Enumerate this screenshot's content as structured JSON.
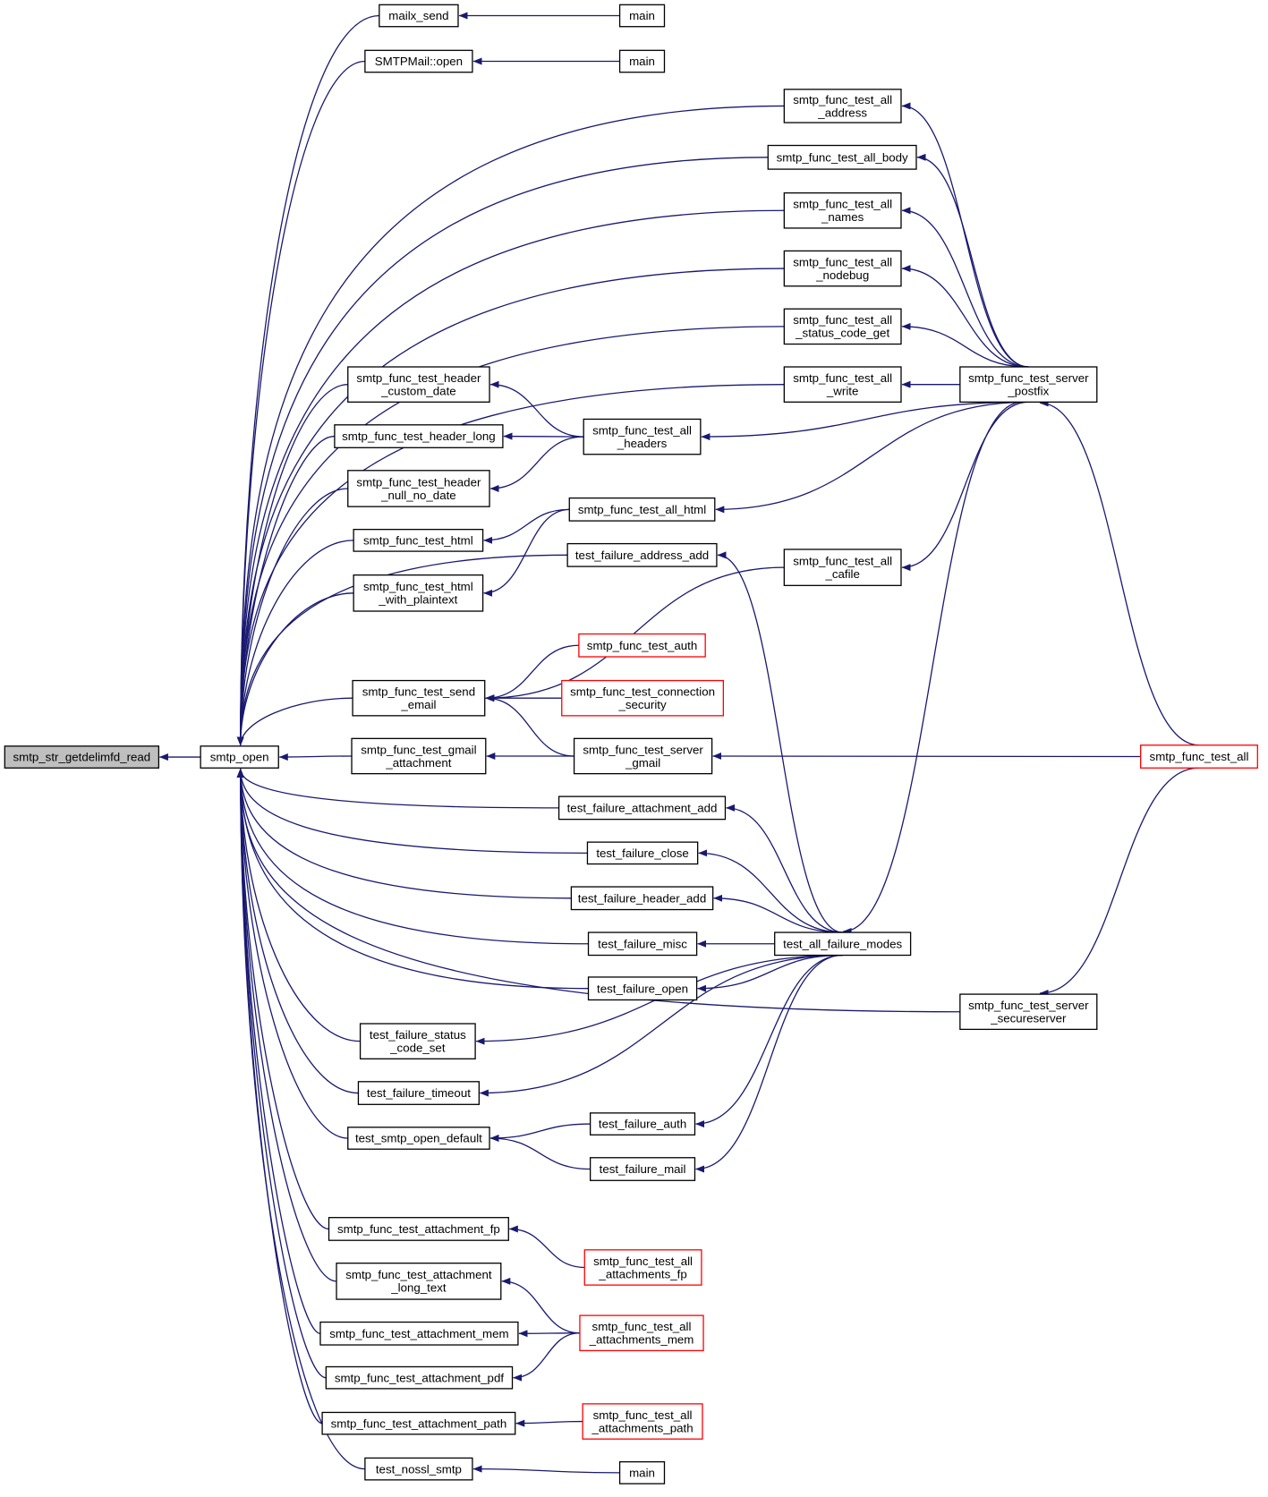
{
  "diagram": {
    "edge_color": "#191970",
    "highlight_fill": "#bfbfbf",
    "red_border": "#ff0000",
    "nodes": {
      "n_root": {
        "lines": [
          "smtp_str_getdelimfd_read"
        ],
        "highlight": true
      },
      "n_open": {
        "lines": [
          "smtp_open"
        ]
      },
      "n_mailx": {
        "lines": [
          "mailx_send"
        ]
      },
      "n_smtpmail": {
        "lines": [
          "SMTPMail::open"
        ]
      },
      "n_main1": {
        "lines": [
          "main"
        ]
      },
      "n_main2": {
        "lines": [
          "main"
        ]
      },
      "n_main3": {
        "lines": [
          "main"
        ]
      },
      "n_all_address": {
        "lines": [
          "smtp_func_test_all",
          "_address"
        ]
      },
      "n_all_body": {
        "lines": [
          "smtp_func_test_all_body"
        ]
      },
      "n_all_names": {
        "lines": [
          "smtp_func_test_all",
          "_names"
        ]
      },
      "n_all_nodebug": {
        "lines": [
          "smtp_func_test_all",
          "_nodebug"
        ]
      },
      "n_all_status": {
        "lines": [
          "smtp_func_test_all",
          "_status_code_get"
        ]
      },
      "n_all_write": {
        "lines": [
          "smtp_func_test_all",
          "_write"
        ]
      },
      "n_server_postfix": {
        "lines": [
          "smtp_func_test_server",
          "_postfix"
        ]
      },
      "n_header_custom": {
        "lines": [
          "smtp_func_test_header",
          "_custom_date"
        ]
      },
      "n_header_long": {
        "lines": [
          "smtp_func_test_header_long"
        ]
      },
      "n_header_null": {
        "lines": [
          "smtp_func_test_header",
          "_null_no_date"
        ]
      },
      "n_all_headers": {
        "lines": [
          "smtp_func_test_all",
          "_headers"
        ]
      },
      "n_html": {
        "lines": [
          "smtp_func_test_html"
        ]
      },
      "n_all_html": {
        "lines": [
          "smtp_func_test_all_html"
        ]
      },
      "n_html_plain": {
        "lines": [
          "smtp_func_test_html",
          "_with_plaintext"
        ]
      },
      "n_fail_addr": {
        "lines": [
          "test_failure_address_add"
        ]
      },
      "n_all_cafile": {
        "lines": [
          "smtp_func_test_all",
          "_cafile"
        ]
      },
      "n_auth": {
        "lines": [
          "smtp_func_test_auth"
        ],
        "red": true
      },
      "n_send_email": {
        "lines": [
          "smtp_func_test_send",
          "_email"
        ]
      },
      "n_conn_sec": {
        "lines": [
          "smtp_func_test_connection",
          "_security"
        ],
        "red": true
      },
      "n_gmail_att": {
        "lines": [
          "smtp_func_test_gmail",
          "_attachment"
        ]
      },
      "n_server_gmail": {
        "lines": [
          "smtp_func_test_server",
          "_gmail"
        ]
      },
      "n_test_all": {
        "lines": [
          "smtp_func_test_all"
        ],
        "red": true
      },
      "n_fail_attach": {
        "lines": [
          "test_failure_attachment_add"
        ]
      },
      "n_fail_close": {
        "lines": [
          "test_failure_close"
        ]
      },
      "n_fail_header": {
        "lines": [
          "test_failure_header_add"
        ]
      },
      "n_fail_misc": {
        "lines": [
          "test_failure_misc"
        ]
      },
      "n_all_failure": {
        "lines": [
          "test_all_failure_modes"
        ]
      },
      "n_fail_open": {
        "lines": [
          "test_failure_open"
        ]
      },
      "n_server_secure": {
        "lines": [
          "smtp_func_test_server",
          "_secureserver"
        ]
      },
      "n_fail_status": {
        "lines": [
          "test_failure_status",
          "_code_set"
        ]
      },
      "n_fail_timeout": {
        "lines": [
          "test_failure_timeout"
        ]
      },
      "n_open_default": {
        "lines": [
          "test_smtp_open_default"
        ]
      },
      "n_fail_auth": {
        "lines": [
          "test_failure_auth"
        ]
      },
      "n_fail_mail": {
        "lines": [
          "test_failure_mail"
        ]
      },
      "n_att_fp": {
        "lines": [
          "smtp_func_test_attachment_fp"
        ]
      },
      "n_all_att_fp": {
        "lines": [
          "smtp_func_test_all",
          "_attachments_fp"
        ],
        "red": true
      },
      "n_att_long": {
        "lines": [
          "smtp_func_test_attachment",
          "_long_text"
        ]
      },
      "n_att_mem": {
        "lines": [
          "smtp_func_test_attachment_mem"
        ]
      },
      "n_all_att_mem": {
        "lines": [
          "smtp_func_test_all",
          "_attachments_mem"
        ],
        "red": true
      },
      "n_att_pdf": {
        "lines": [
          "smtp_func_test_attachment_pdf"
        ]
      },
      "n_att_path": {
        "lines": [
          "smtp_func_test_attachment_path"
        ]
      },
      "n_all_att_path": {
        "lines": [
          "smtp_func_test_all",
          "_attachments_path"
        ],
        "red": true
      },
      "n_nossl": {
        "lines": [
          "test_nossl_smtp"
        ]
      },
      "n_main4": {
        "lines": [
          "main"
        ]
      }
    },
    "edges": [
      [
        "n_open",
        "n_root"
      ],
      [
        "n_mailx",
        "n_open"
      ],
      [
        "n_main1",
        "n_mailx"
      ],
      [
        "n_smtpmail",
        "n_open"
      ],
      [
        "n_main2",
        "n_smtpmail"
      ],
      [
        "n_all_address",
        "n_open"
      ],
      [
        "n_all_body",
        "n_open"
      ],
      [
        "n_all_names",
        "n_open"
      ],
      [
        "n_all_nodebug",
        "n_open"
      ],
      [
        "n_all_status",
        "n_open"
      ],
      [
        "n_all_write",
        "n_open"
      ],
      [
        "n_server_postfix",
        "n_all_address"
      ],
      [
        "n_server_postfix",
        "n_all_body"
      ],
      [
        "n_server_postfix",
        "n_all_names"
      ],
      [
        "n_server_postfix",
        "n_all_nodebug"
      ],
      [
        "n_server_postfix",
        "n_all_status"
      ],
      [
        "n_server_postfix",
        "n_all_write"
      ],
      [
        "n_server_postfix",
        "n_all_headers"
      ],
      [
        "n_server_postfix",
        "n_all_html"
      ],
      [
        "n_server_postfix",
        "n_all_cafile"
      ],
      [
        "n_header_custom",
        "n_open"
      ],
      [
        "n_header_long",
        "n_open"
      ],
      [
        "n_header_null",
        "n_open"
      ],
      [
        "n_all_headers",
        "n_header_custom"
      ],
      [
        "n_all_headers",
        "n_header_long"
      ],
      [
        "n_all_headers",
        "n_header_null"
      ],
      [
        "n_html",
        "n_open"
      ],
      [
        "n_html_plain",
        "n_open"
      ],
      [
        "n_all_html",
        "n_html"
      ],
      [
        "n_all_html",
        "n_html_plain"
      ],
      [
        "n_fail_addr",
        "n_open"
      ],
      [
        "n_all_cafile",
        "n_send_email"
      ],
      [
        "n_auth",
        "n_send_email"
      ],
      [
        "n_conn_sec",
        "n_send_email"
      ],
      [
        "n_server_gmail",
        "n_send_email"
      ],
      [
        "n_send_email",
        "n_open"
      ],
      [
        "n_gmail_att",
        "n_open"
      ],
      [
        "n_server_gmail",
        "n_gmail_att"
      ],
      [
        "n_test_all",
        "n_server_gmail"
      ],
      [
        "n_test_all",
        "n_server_postfix"
      ],
      [
        "n_test_all",
        "n_server_secure"
      ],
      [
        "n_fail_attach",
        "n_open"
      ],
      [
        "n_fail_close",
        "n_open"
      ],
      [
        "n_fail_header",
        "n_open"
      ],
      [
        "n_fail_misc",
        "n_open"
      ],
      [
        "n_fail_open",
        "n_open"
      ],
      [
        "n_all_failure",
        "n_fail_addr"
      ],
      [
        "n_all_failure",
        "n_fail_attach"
      ],
      [
        "n_all_failure",
        "n_fail_close"
      ],
      [
        "n_all_failure",
        "n_fail_header"
      ],
      [
        "n_all_failure",
        "n_fail_misc"
      ],
      [
        "n_all_failure",
        "n_fail_open"
      ],
      [
        "n_all_failure",
        "n_fail_status"
      ],
      [
        "n_all_failure",
        "n_fail_timeout"
      ],
      [
        "n_all_failure",
        "n_fail_auth"
      ],
      [
        "n_all_failure",
        "n_fail_mail"
      ],
      [
        "n_server_postfix",
        "n_all_failure"
      ],
      [
        "n_server_secure",
        "n_open"
      ],
      [
        "n_fail_status",
        "n_open"
      ],
      [
        "n_fail_timeout",
        "n_open"
      ],
      [
        "n_open_default",
        "n_open"
      ],
      [
        "n_fail_auth",
        "n_open_default"
      ],
      [
        "n_fail_mail",
        "n_open_default"
      ],
      [
        "n_att_fp",
        "n_open"
      ],
      [
        "n_all_att_fp",
        "n_att_fp"
      ],
      [
        "n_att_long",
        "n_open"
      ],
      [
        "n_att_mem",
        "n_open"
      ],
      [
        "n_att_pdf",
        "n_open"
      ],
      [
        "n_all_att_mem",
        "n_att_long"
      ],
      [
        "n_all_att_mem",
        "n_att_mem"
      ],
      [
        "n_all_att_mem",
        "n_att_pdf"
      ],
      [
        "n_att_path",
        "n_open"
      ],
      [
        "n_all_att_path",
        "n_att_path"
      ],
      [
        "n_nossl",
        "n_open"
      ],
      [
        "n_main4",
        "n_nossl"
      ]
    ]
  }
}
